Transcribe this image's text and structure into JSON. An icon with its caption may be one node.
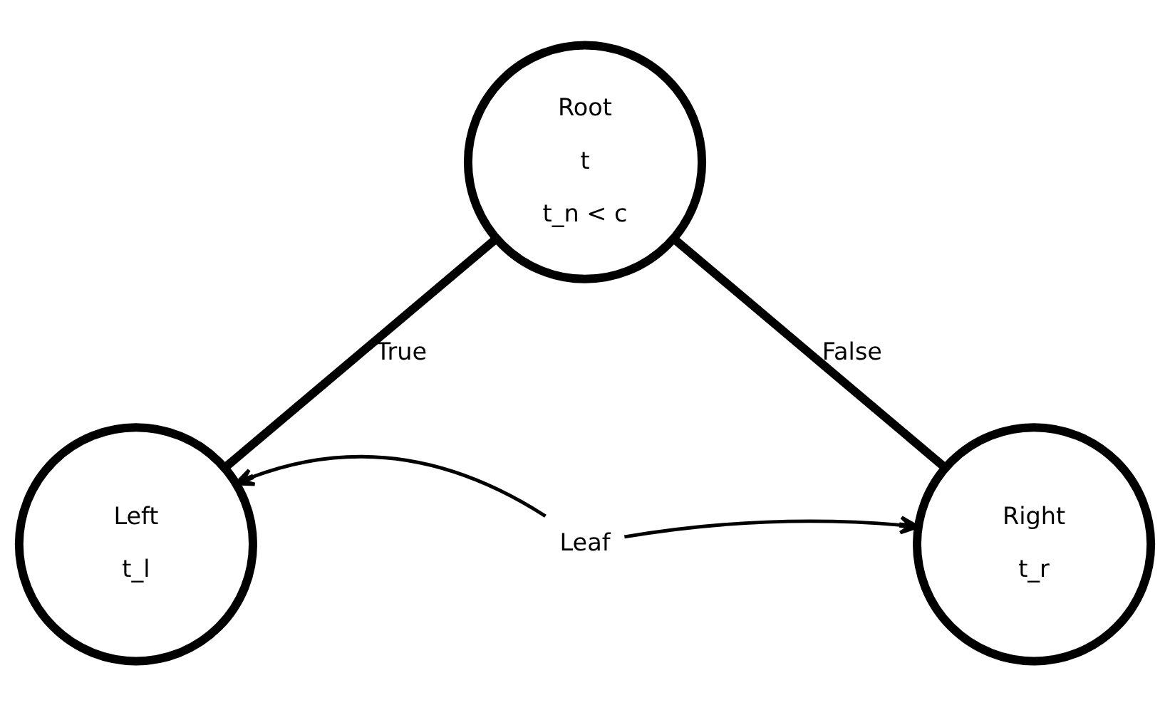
{
  "diagram": {
    "nodes": [
      {
        "text": [
          "Root",
          "t",
          "t_n < c"
        ]
      },
      {
        "text": [
          "Left",
          "t_l"
        ]
      },
      {
        "text": [
          "Right",
          "t_r"
        ]
      },
      {
        "text": [
          "Leaf"
        ]
      }
    ],
    "edges": [
      {
        "from": 0,
        "to": 1,
        "arrow": "none",
        "label": "True",
        "style": "thick"
      },
      {
        "from": 0,
        "to": 2,
        "arrow": "none",
        "label": "False",
        "style": "thick"
      },
      {
        "from": 3,
        "to": 1,
        "arrow": "to"
      },
      {
        "from": 3,
        "to": 2,
        "arrow": "to"
      }
    ]
  }
}
